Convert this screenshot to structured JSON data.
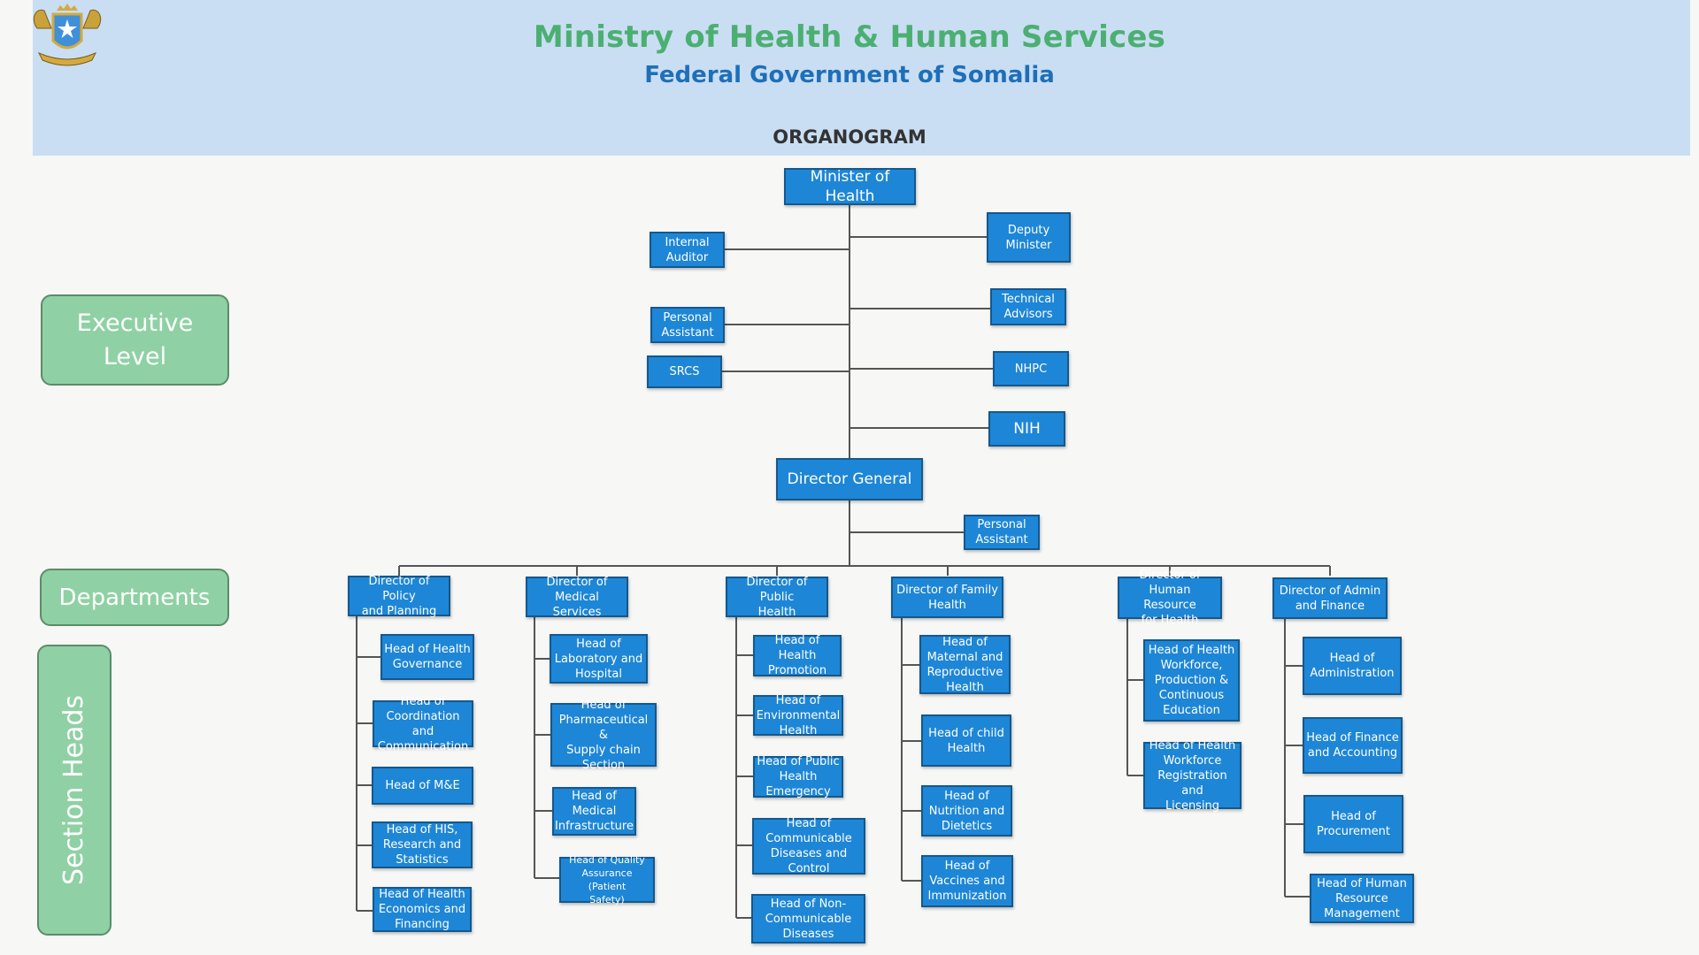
{
  "header": {
    "title": "Ministry of Health & Human Services",
    "subtitle": "Federal Government of Somalia",
    "organogram_label": "ORGANOGRAM",
    "emblem_icon": "coat-of-arms-icon"
  },
  "levels": {
    "executive": "Executive\nLevel",
    "departments": "Departments",
    "section_heads": "Section Heads"
  },
  "executive": {
    "minister": "Minister of\nHealth",
    "internal_auditor": "Internal\nAuditor",
    "personal_assistant": "Personal\nAssistant",
    "srcs": "SRCS",
    "deputy_minister": "Deputy\nMinister",
    "technical_advisors": "Technical\nAdvisors",
    "nhpc": "NHPC",
    "nih": "NIH",
    "director_general": "Director General",
    "dg_personal_assistant": "Personal\nAssistant"
  },
  "departments": [
    {
      "director": "Director of Policy\nand Planning",
      "sections": [
        "Head of Health\nGovernance",
        "Head of\nCoordination and\nCommunication",
        "Head of M&E",
        "Head of HIS,\nResearch and\nStatistics",
        "Head of Health\nEconomics and\nFinancing"
      ]
    },
    {
      "director": "Director of\nMedical Services",
      "sections": [
        "Head of\nLaboratory and\nHospital",
        "Head of\nPharmaceutical &\nSupply chain\nSection",
        "Head of\nMedical\nInfrastructure",
        "Head of Quality\nAssurance (Patient\nSafety)"
      ]
    },
    {
      "director": "Director of Public\nHealth",
      "sections": [
        "Head of Health\nPromotion",
        "Head of\nEnvironmental\nHealth",
        "Head of Public\nHealth\nEmergency",
        "Head of\nCommunicable\nDiseases and\nControl",
        "Head of Non-\nCommunicable\nDiseases"
      ]
    },
    {
      "director": "Director of Family\nHealth",
      "sections": [
        "Head of\nMaternal and\nReproductive\nHealth",
        "Head of child\nHealth",
        "Head of\nNutrition and\nDietetics",
        "Head of\nVaccines and\nImmunization"
      ]
    },
    {
      "director": "Director of\nHuman Resource\nfor Health",
      "sections": [
        "Head of Health\nWorkforce,\nProduction &\nContinuous\nEducation",
        "Head of Health\nWorkforce\nRegistration and\nLicensing"
      ]
    },
    {
      "director": "Director of Admin\nand Finance",
      "sections": [
        "Head of\nAdministration",
        "Head of Finance\nand Accounting",
        "Head of\nProcurement",
        "Head of Human\nResource\nManagement"
      ]
    }
  ],
  "colors": {
    "box_fill": "#1e86d6",
    "box_border": "#14588e",
    "header_band": "#c9def3",
    "level_green": "#8fd1a4",
    "title_green": "#4caf72",
    "subtitle_blue": "#1f6fb8",
    "connector": "#555555"
  }
}
